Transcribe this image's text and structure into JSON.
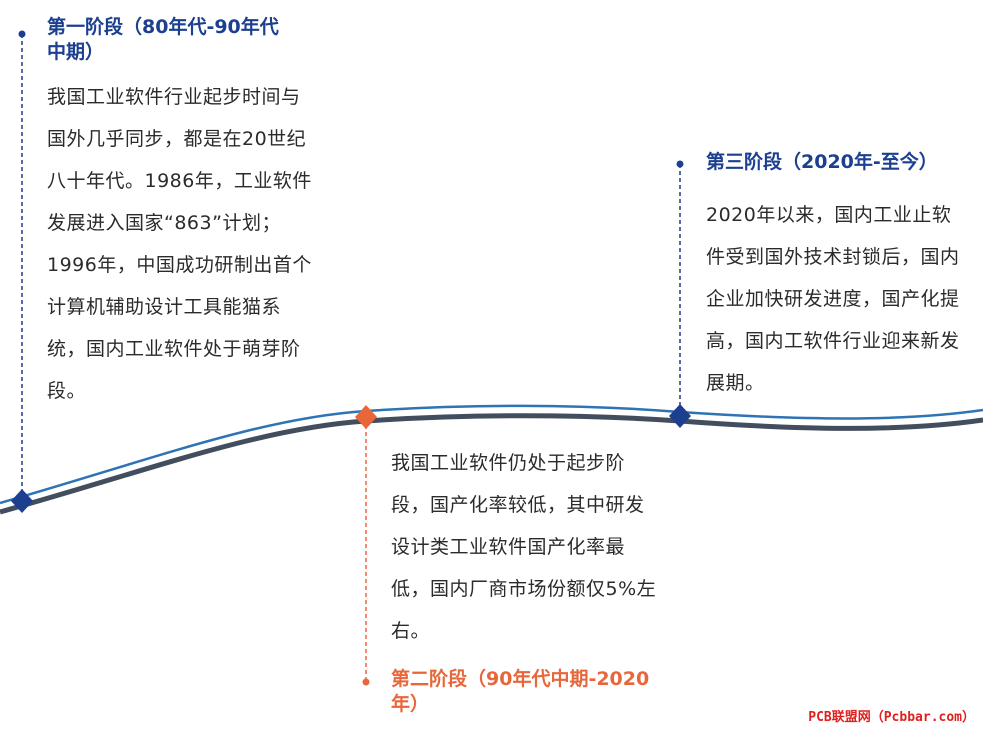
{
  "colors": {
    "primary": "#1c3f8f",
    "accent": "#e8673a",
    "curve_dark": "#424d5e",
    "curve_blue": "#2e74b5",
    "text": "#2b2b2b",
    "watermark": "#e02020"
  },
  "stages": {
    "s1": {
      "title": "第一阶段（80年代-90年代中期）",
      "body": "我国工业软件行业起步时间与国外几乎同步，都是在20世纪八十年代。1986年，工业软件发展进入国家“863”计划；1996年，中国成功研制出首个计算机辅助设计工具能猫系统，国内工业软件处于萌芽阶段。"
    },
    "s2": {
      "title": "第二阶段（90年代中期-2020年）",
      "body": "我国工业软件仍处于起步阶段，国产化率较低，其中研发设计类工业软件国产化率最低，国内厂商市场份额仅5%左右。"
    },
    "s3": {
      "title": "第三阶段（2020年-至今）",
      "body": "2020年以来，国内工业止软件受到国外技术封锁后，国内企业加快研发进度，国产化提高，国内工软件行业迎来新发展期。"
    }
  },
  "watermark": "PCB联盟网（Pcbbar.com）"
}
